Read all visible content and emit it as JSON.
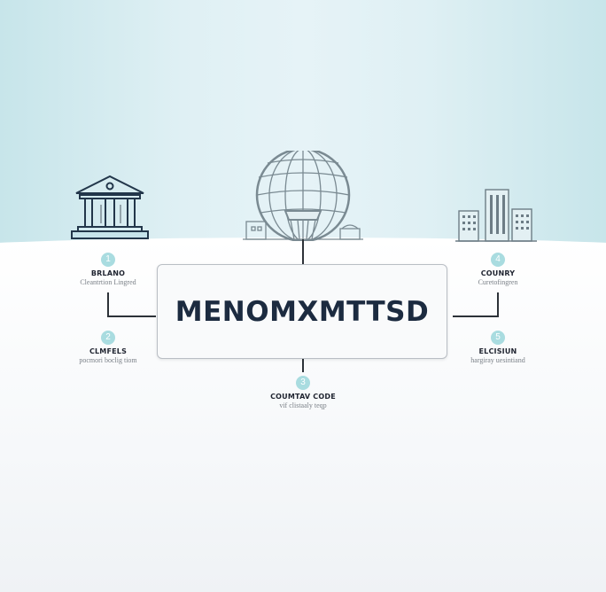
{
  "diagram": {
    "center": {
      "title": "MENOMXMTTSD"
    },
    "nodes": [
      {
        "number": "1",
        "title": "BRLANO",
        "subtitle": "Cleantrtion Lingred",
        "icon": "bank-building-icon"
      },
      {
        "number": "2",
        "title": "CLMFELS",
        "subtitle": "pocmori boclig tiom"
      },
      {
        "number": "3",
        "title": "COUMTAV CODE",
        "subtitle": "vif clistaaly teqp"
      },
      {
        "number": "4",
        "title": "COUNRY",
        "subtitle": "Curetofingren",
        "icon": "city-buildings-icon"
      },
      {
        "number": "5",
        "title": "ELCISIUN",
        "subtitle": "hargiray uesintiand"
      }
    ],
    "top_icon": "globe-icon"
  },
  "colors": {
    "sky_edge": "#c7e5ea",
    "sky_center": "#e6f3f7",
    "title_text": "#1c2b40",
    "badge": "#a9dce0",
    "icon_stroke_dark": "#2a3a4a",
    "icon_stroke_gray": "#7d8c94"
  }
}
